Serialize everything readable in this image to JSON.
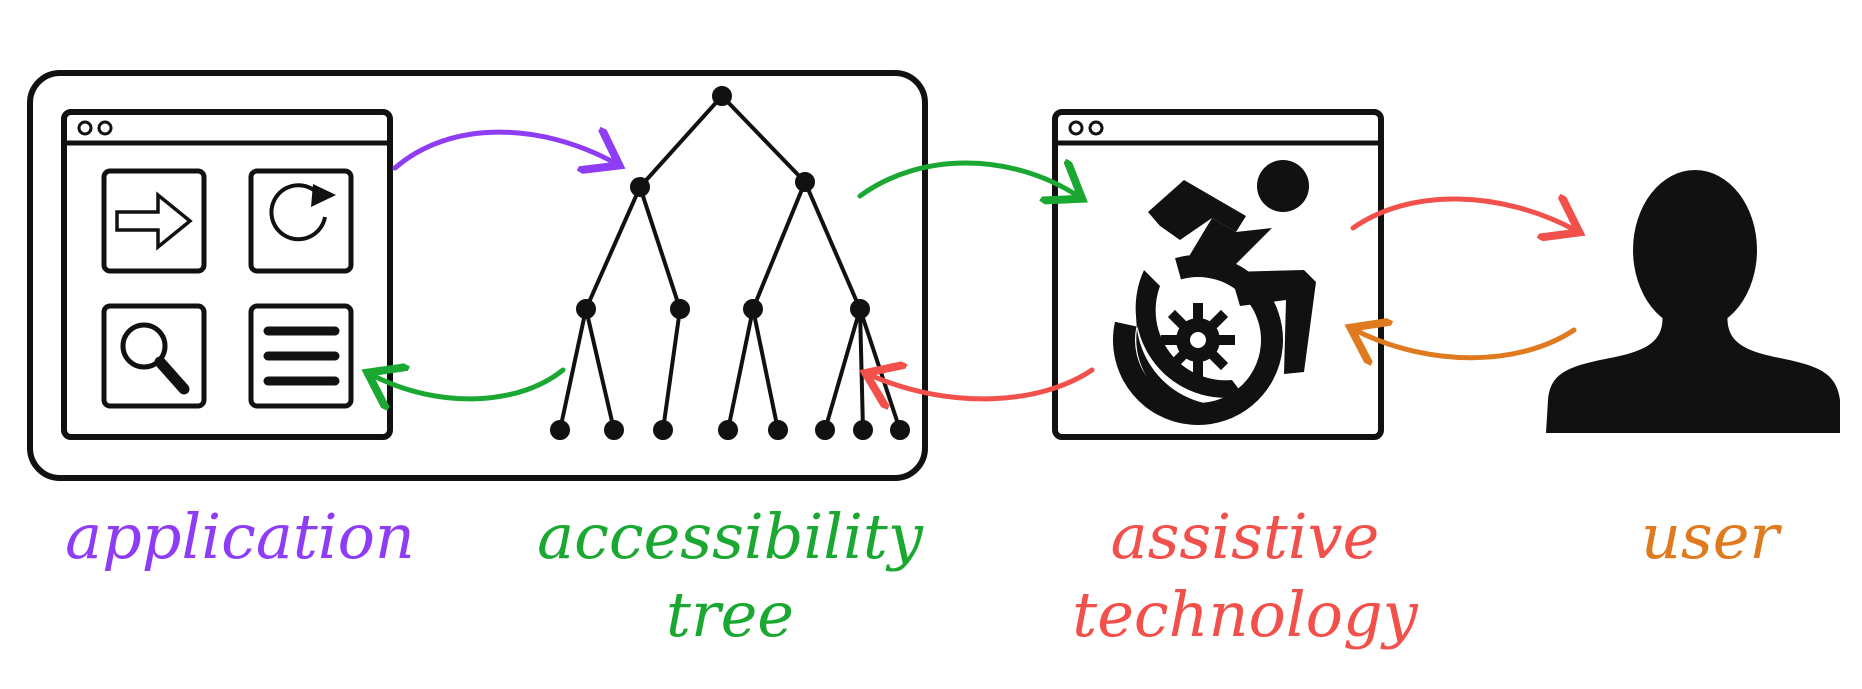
{
  "colors": {
    "application": "#8e3df5",
    "accessibility_tree": "#1aa833",
    "assistive_technology": "#f2504b",
    "user": "#e07a1f",
    "ink": "#111111"
  },
  "labels": {
    "application": "application",
    "accessibility_tree_line1": "accessibility",
    "accessibility_tree_line2": "tree",
    "assistive_technology_line1": "assistive",
    "assistive_technology_line2": "technology",
    "user": "user"
  },
  "icons": {
    "app_buttons": [
      "arrow-right-icon",
      "refresh-icon",
      "search-icon",
      "menu-icon"
    ],
    "assistive": "accessibility-wheelchair-icon",
    "user": "user-silhouette-icon"
  }
}
